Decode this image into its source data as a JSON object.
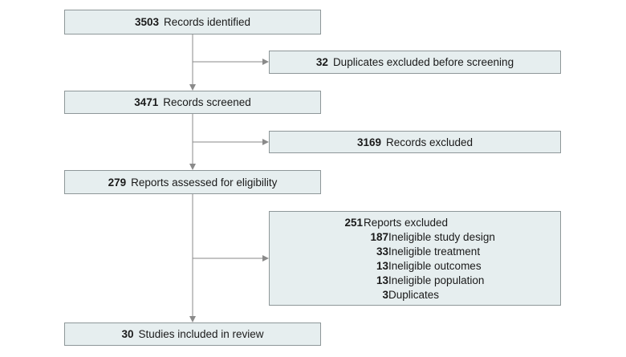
{
  "flow": {
    "identified": {
      "count": "3503",
      "label": "Records identified"
    },
    "duplicates": {
      "count": "32",
      "label": "Duplicates excluded before screening"
    },
    "screened": {
      "count": "3471",
      "label": "Records screened"
    },
    "records_excluded": {
      "count": "3169",
      "label": "Records excluded"
    },
    "assessed": {
      "count": "279",
      "label": "Reports assessed for eligibility"
    },
    "reports_excluded": {
      "count": "251",
      "label": "Reports excluded",
      "reasons": [
        {
          "count": "187",
          "label": "Ineligible study design"
        },
        {
          "count": "33",
          "label": "Ineligible treatment"
        },
        {
          "count": "13",
          "label": "Ineligible outcomes"
        },
        {
          "count": "13",
          "label": "Ineligible population"
        },
        {
          "count": "3",
          "label": "Duplicates"
        }
      ]
    },
    "included": {
      "count": "30",
      "label": "Studies included in review"
    }
  },
  "colors": {
    "box_fill": "#e6eeef",
    "box_border": "#8e9799",
    "connector": "#8a8a8a"
  }
}
